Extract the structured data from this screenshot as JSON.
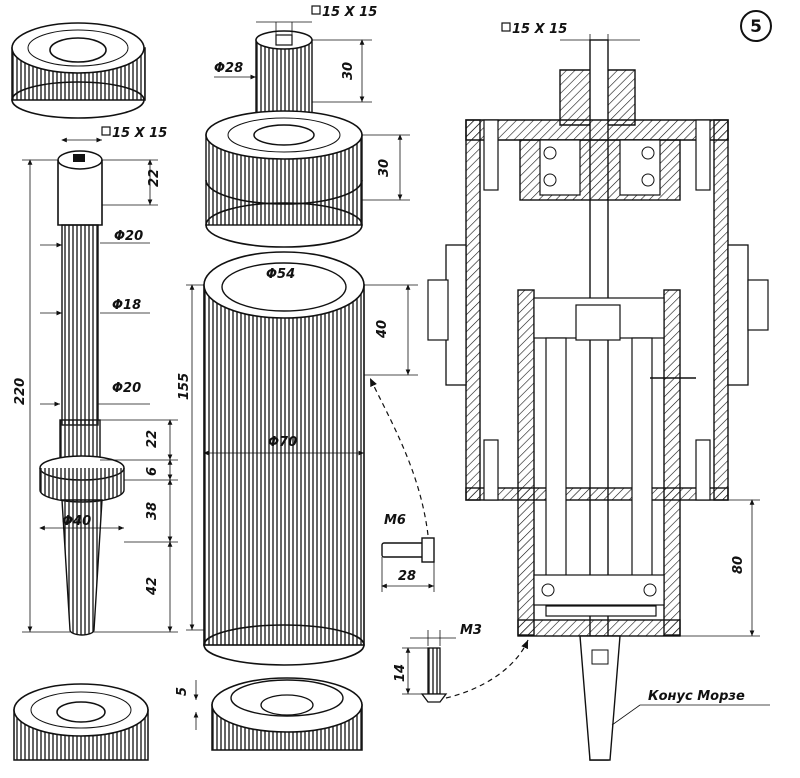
{
  "figure_number": "5",
  "dimensions": {
    "shaft_square": "15 X 15",
    "shaft_top": "22",
    "shaft_d20_upper": "Φ20",
    "shaft_d18": "Φ18",
    "shaft_d20_lower": "Φ20",
    "shaft_length": "220",
    "shaft_collar_height": "22",
    "shaft_collar_6": "6",
    "shaft_collar_38": "38",
    "shaft_collar_d40": "Φ40",
    "shaft_taper_42": "42",
    "hub_square": "15 X 15",
    "hub_d28": "Φ28",
    "hub_30a": "30",
    "hub_30b": "30",
    "tube_d54": "Φ54",
    "tube_d70": "Φ70",
    "tube_length": "155",
    "tube_40": "40",
    "screw_m6": "M6",
    "screw_28": "28",
    "pin_m3": "M3",
    "pin_14": "14",
    "base_5": "5",
    "assembly_square": "15 X 15",
    "assembly_80": "80",
    "morse_taper": "Конус Морзе"
  }
}
